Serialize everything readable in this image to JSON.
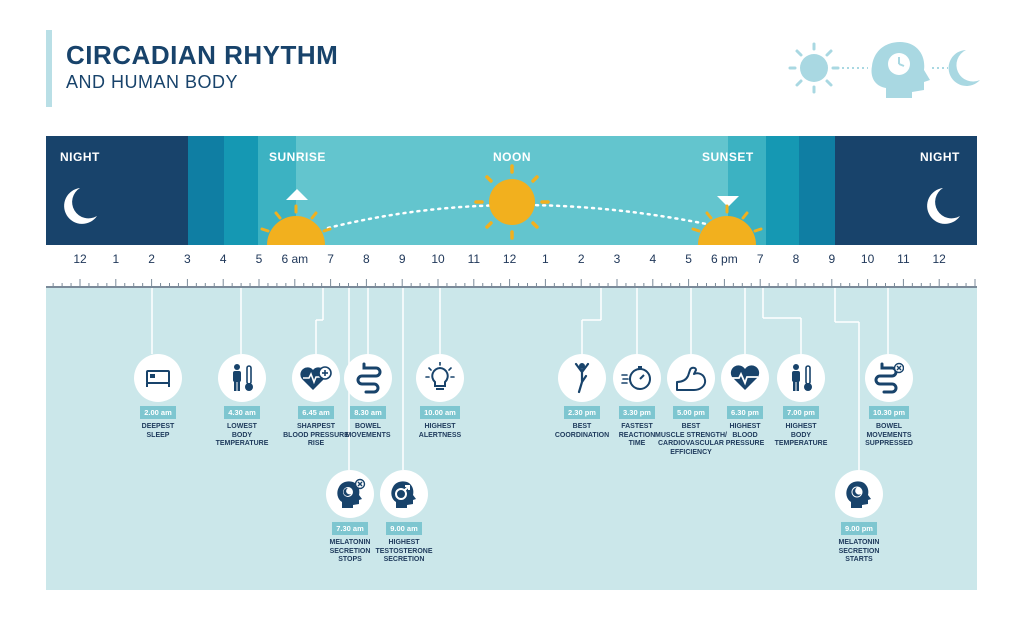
{
  "header": {
    "title": "CIRCADIAN RHYTHM",
    "subtitle": "AND HUMAN BODY",
    "icons": [
      "sun-icon",
      "head-clock-icon",
      "moon-icon"
    ]
  },
  "day_band": {
    "night_left": "NIGHT",
    "sunrise": "SUNRISE",
    "noon": "NOON",
    "sunset": "SUNSET",
    "night_right": "NIGHT"
  },
  "timeline": {
    "ticks": [
      "12",
      "1",
      "2",
      "3",
      "4",
      "5",
      "6 am",
      "7",
      "8",
      "9",
      "10",
      "11",
      "12",
      "1",
      "2",
      "3",
      "4",
      "5",
      "6 pm",
      "7",
      "8",
      "9",
      "10",
      "11",
      "12"
    ]
  },
  "events": [
    {
      "id": "deepest-sleep",
      "time": "2.00 am",
      "label_lines": [
        "DEEPEST",
        "SLEEP"
      ],
      "icon": "bed-icon",
      "row": "top"
    },
    {
      "id": "lowest-body-temperature",
      "time": "4.30 am",
      "label_lines": [
        "LOWEST",
        "BODY",
        "TEMPERATURE"
      ],
      "icon": "thermometer-person-icon",
      "row": "top"
    },
    {
      "id": "sharpest-blood-pressure-rise",
      "time": "6.45 am",
      "label_lines": [
        "SHARPEST",
        "BLOOD PRESSURE",
        "RISE"
      ],
      "icon": "heart-plus-icon",
      "row": "top"
    },
    {
      "id": "bowel-movements",
      "time": "8.30 am",
      "label_lines": [
        "BOWEL",
        "MOVEMENTS"
      ],
      "icon": "intestine-icon",
      "row": "top"
    },
    {
      "id": "highest-alertness",
      "time": "10.00 am",
      "label_lines": [
        "HIGHEST",
        "ALERTNESS"
      ],
      "icon": "lightbulb-icon",
      "row": "top"
    },
    {
      "id": "best-coordination",
      "time": "2.30 pm",
      "label_lines": [
        "BEST",
        "COORDINATION"
      ],
      "icon": "balance-person-icon",
      "row": "top"
    },
    {
      "id": "fastest-reaction-time",
      "time": "3.30 pm",
      "label_lines": [
        "FASTEST",
        "REACTION",
        "TIME"
      ],
      "icon": "stopwatch-icon",
      "row": "top"
    },
    {
      "id": "best-muscle-strength",
      "time": "5.00 pm",
      "label_lines": [
        "BEST",
        "MUSCLE STRENGTH/",
        "CARDIOVASCULAR",
        "EFFICIENCY"
      ],
      "icon": "flexed-arm-icon",
      "row": "top"
    },
    {
      "id": "highest-blood-pressure",
      "time": "6.30 pm",
      "label_lines": [
        "HIGHEST",
        "BLOOD",
        "PRESSURE"
      ],
      "icon": "heart-pulse-icon",
      "row": "top"
    },
    {
      "id": "highest-body-temperature",
      "time": "7.00 pm",
      "label_lines": [
        "HIGHEST",
        "BODY",
        "TEMPERATURE"
      ],
      "icon": "thermometer-person-icon",
      "row": "top"
    },
    {
      "id": "bowel-movements-suppressed",
      "time": "10.30 pm",
      "label_lines": [
        "BOWEL",
        "MOVEMENTS",
        "SUPPRESSED"
      ],
      "icon": "intestine-cross-icon",
      "row": "top"
    },
    {
      "id": "melatonin-secretion-stops",
      "time": "7.30 am",
      "label_lines": [
        "MELATONIN",
        "SECRETION",
        "STOPS"
      ],
      "icon": "head-cross-icon",
      "row": "bottom"
    },
    {
      "id": "highest-testosterone-secretion",
      "time": "9.00 am",
      "label_lines": [
        "HIGHEST",
        "TESTOSTERONE",
        "SECRETION"
      ],
      "icon": "head-male-icon",
      "row": "bottom"
    },
    {
      "id": "melatonin-secretion-starts",
      "time": "9.00 pm",
      "label_lines": [
        "MELATONIN",
        "SECRETION",
        "STARTS"
      ],
      "icon": "head-moon-icon",
      "row": "bottom"
    }
  ],
  "colors": {
    "night": "#18436b",
    "dusk1": "#0f7ea3",
    "dusk2": "#1598b3",
    "dawn": "#3cb2c2",
    "day": "#63c5ce",
    "sun": "#f2b01e",
    "panel": "#cbe7ea",
    "time_badge": "#7ec6d0",
    "text_dark": "#1e3a5c"
  }
}
